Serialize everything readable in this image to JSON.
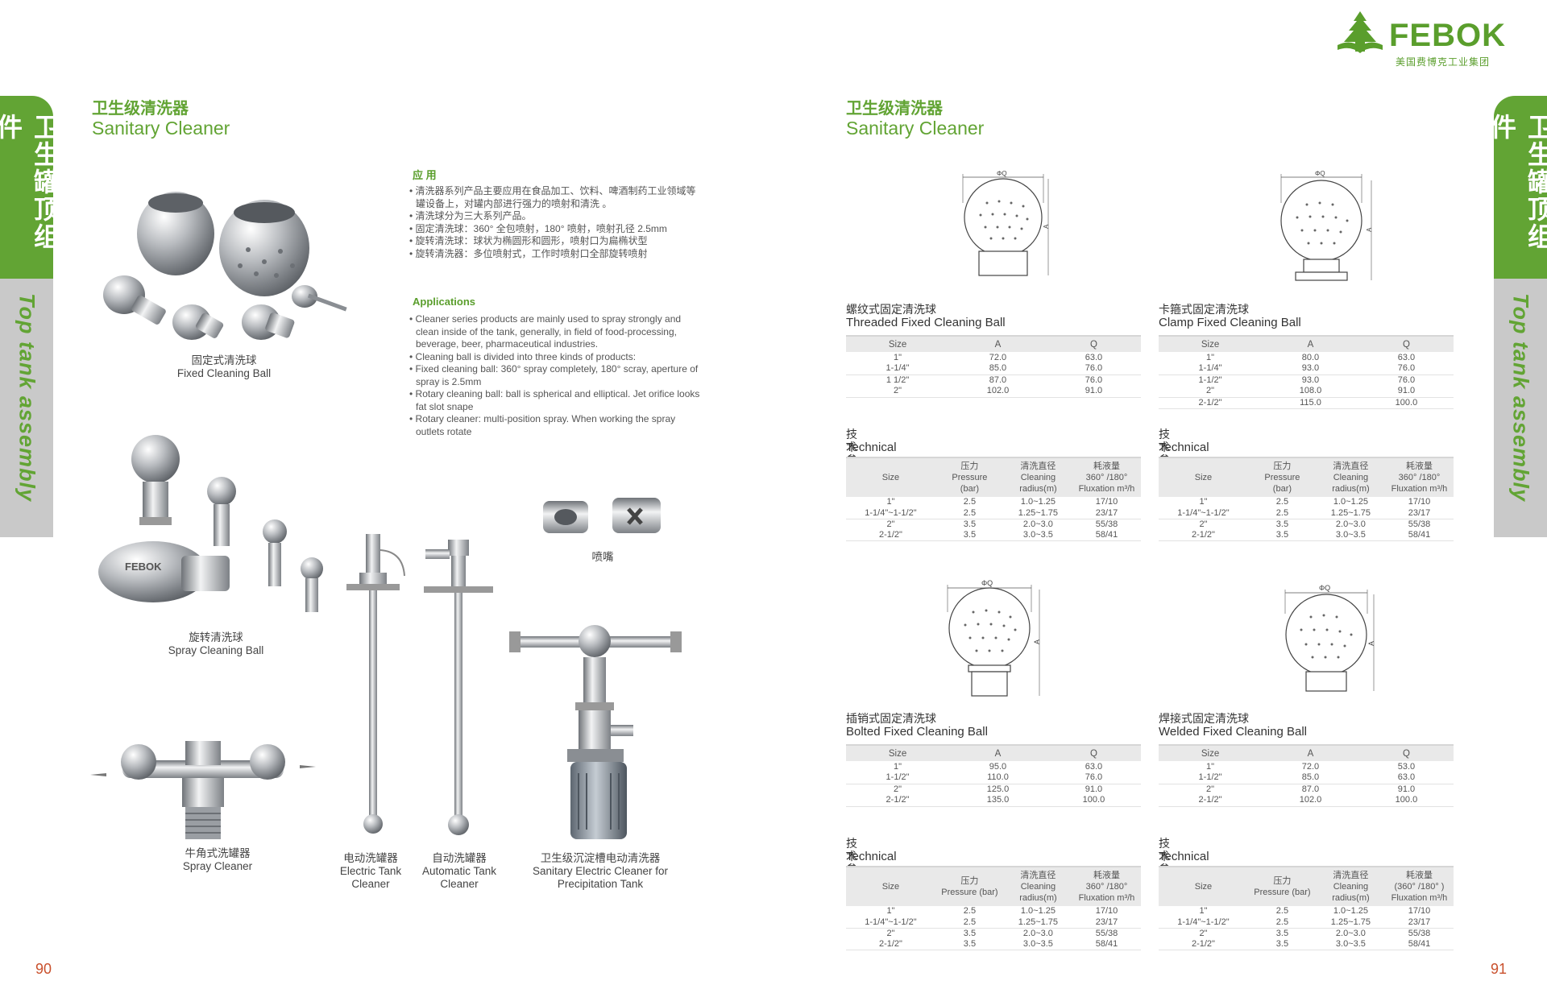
{
  "brand": {
    "name": "FEBOK",
    "subtitle": "美国费博克工业集团",
    "color": "#5a9e2c"
  },
  "side_tab": {
    "cn": "卫生罐顶组件",
    "en": "Top tank assembly"
  },
  "left": {
    "title_cn": "卫生级清洗器",
    "title_en": "Sanitary Cleaner",
    "page": "90",
    "app_cn_heading": "应 用",
    "app_cn_items": [
      "清洗器系列产品主要应用在食品加工、饮料、啤酒制药工业领域等罐设备上，对罐内部进行强力的喷射和清洗 。",
      "清洗球分为三大系列产品。",
      "固定清洗球：360° 全包喷射，180° 喷射，喷射孔径 2.5mm",
      "旋转清洗球：球状为椭圆形和圆形，喷射口为扁椭状型",
      "旋转清洗器：多位喷射式，工作时喷射口全部旋转喷射"
    ],
    "app_en_heading": "Applications",
    "app_en_items": [
      "Cleaner series products are mainly used to spray strongly and clean inside of the tank, generally, in field of food-processing, beverage, beer, pharmaceutical industries.",
      "Cleaning ball is divided into three kinds of products:",
      "Fixed cleaning ball: 360° spray completely, 180° scray, aperture of spray is 2.5mm",
      "Rotary cleaning ball: ball is spherical and elliptical. Jet orifice looks fat slot snape",
      "Rotary cleaner: multi-position spray. When working the spray outlets rotate"
    ],
    "captions": {
      "fixed": {
        "cn": "固定式清洗球",
        "en": "Fixed Cleaning Ball"
      },
      "spray_ball": {
        "cn": "旋转清洗球",
        "en": "Spray Cleaning Ball"
      },
      "nozzle": {
        "cn": "喷嘴"
      },
      "spray_cleaner": {
        "cn": "牛角式洗罐器",
        "en": "Spray Cleaner"
      },
      "electric": {
        "cn": "电动洗罐器",
        "en1": "Electric Tank",
        "en2": "Cleaner"
      },
      "automatic": {
        "cn": "自动洗罐器",
        "en1": "Automatic Tank",
        "en2": "Cleaner"
      },
      "precip": {
        "cn": "卫生级沉淀槽电动清洗器",
        "en1": "Sanitary Electric Cleaner for",
        "en2": "Precipitation Tank"
      }
    },
    "photo_brand": "FEBOK"
  },
  "right": {
    "title_cn": "卫生级清洗器",
    "title_en": "Sanitary Cleaner",
    "page": "91",
    "diagram_labels": {
      "dia": "ΦQ",
      "height": "A"
    },
    "products": [
      {
        "cn": "螺纹式固定清洗球",
        "en": "Threaded Fixed Cleaning Ball",
        "head": [
          "Size",
          "A",
          "Q"
        ],
        "groups": [
          [
            [
              "1\"",
              "72.0",
              "63.0"
            ],
            [
              "1-1/4\"",
              "85.0",
              "76.0"
            ]
          ],
          [
            [
              "1 1/2\"",
              "87.0",
              "76.0"
            ],
            [
              "2\"",
              "102.0",
              "91.0"
            ]
          ]
        ],
        "tech_cn": "技术参数",
        "tech_en": "Technical Data",
        "tech_head": {
          "size": "Size",
          "p_cn": "压力",
          "p1": "Pressure",
          "p2": "(bar)",
          "r_cn": "清洗直径",
          "r1": "Cleaning",
          "r2": "radius(m)",
          "f_cn": "耗液量",
          "f1": "360° /180°",
          "f2": "Fluxation m³/h"
        },
        "tech_groups": [
          [
            [
              "1\"",
              "2.5",
              "1.0~1.25",
              "17/10"
            ],
            [
              "1-1/4\"~1-1/2\"",
              "2.5",
              "1.25~1.75",
              "23/17"
            ]
          ],
          [
            [
              "2\"",
              "3.5",
              "2.0~3.0",
              "55/38"
            ],
            [
              "2-1/2\"",
              "3.5",
              "3.0~3.5",
              "58/41"
            ]
          ]
        ]
      },
      {
        "cn": "卡箍式固定清洗球",
        "en": "Clamp Fixed Cleaning Ball",
        "head": [
          "Size",
          "A",
          "Q"
        ],
        "groups": [
          [
            [
              "1\"",
              "80.0",
              "63.0"
            ],
            [
              "1-1/4\"",
              "93.0",
              "76.0"
            ]
          ],
          [
            [
              "1-1/2\"",
              "93.0",
              "76.0"
            ],
            [
              "2\"",
              "108.0",
              "91.0"
            ]
          ],
          [
            [
              "2-1/2\"",
              "115.0",
              "100.0"
            ]
          ]
        ],
        "tech_cn": "技术参数",
        "tech_en": "Technical Data",
        "tech_head": {
          "size": "Size",
          "p_cn": "压力",
          "p1": "Pressure",
          "p2": "(bar)",
          "r_cn": "清洗直径",
          "r1": "Cleaning",
          "r2": "radius(m)",
          "f_cn": "耗液量",
          "f1": "360° /180°",
          "f2": "Fluxation m³/h"
        },
        "tech_groups": [
          [
            [
              "1\"",
              "2.5",
              "1.0~1.25",
              "17/10"
            ],
            [
              "1-1/4\"~1-1/2\"",
              "2.5",
              "1.25~1.75",
              "23/17"
            ]
          ],
          [
            [
              "2\"",
              "3.5",
              "2.0~3.0",
              "55/38"
            ],
            [
              "2-1/2\"",
              "3.5",
              "3.0~3.5",
              "58/41"
            ]
          ]
        ]
      },
      {
        "cn": "插销式固定清洗球",
        "en": "Bolted Fixed Cleaning Ball",
        "head": [
          "Size",
          "A",
          "Q"
        ],
        "groups": [
          [
            [
              "1\"",
              "95.0",
              "63.0"
            ],
            [
              "1-1/2\"",
              "110.0",
              "76.0"
            ]
          ],
          [
            [
              "2\"",
              "125.0",
              "91.0"
            ],
            [
              "2-1/2\"",
              "135.0",
              "100.0"
            ]
          ]
        ],
        "tech_cn": "技术参数",
        "tech_en": "Technical Data",
        "tech_head": {
          "size": "Size",
          "p_cn": "压力",
          "p1": "Pressure (bar)",
          "p2": "",
          "r_cn": "清洗直径",
          "r1": "Cleaning",
          "r2": "radius(m)",
          "f_cn": "耗液量",
          "f1": "360° /180°",
          "f2": "Fluxation m³/h"
        },
        "tech_groups": [
          [
            [
              "1\"",
              "2.5",
              "1.0~1.25",
              "17/10"
            ],
            [
              "1-1/4\"~1-1/2\"",
              "2.5",
              "1.25~1.75",
              "23/17"
            ]
          ],
          [
            [
              "2\"",
              "3.5",
              "2.0~3.0",
              "55/38"
            ],
            [
              "2-1/2\"",
              "3.5",
              "3.0~3.5",
              "58/41"
            ]
          ]
        ]
      },
      {
        "cn": "焊接式固定清洗球",
        "en": "Welded Fixed Cleaning Ball",
        "head": [
          "Size",
          "A",
          "Q"
        ],
        "groups": [
          [
            [
              "1\"",
              "72.0",
              "53.0"
            ],
            [
              "1-1/2\"",
              "85.0",
              "63.0"
            ]
          ],
          [
            [
              "2\"",
              "87.0",
              "91.0"
            ],
            [
              "2-1/2\"",
              "102.0",
              "100.0"
            ]
          ]
        ],
        "tech_cn": "技术参数",
        "tech_en": "Technical Data",
        "tech_head": {
          "size": "Size",
          "p_cn": "压力",
          "p1": "Pressure (bar)",
          "p2": "",
          "r_cn": "清洗直径",
          "r1": "Cleaning",
          "r2": "radius(m)",
          "f_cn": "耗液量",
          "f1": "(360° /180° )",
          "f2": "Fluxation m³/h"
        },
        "tech_groups": [
          [
            [
              "1\"",
              "2.5",
              "1.0~1.25",
              "17/10"
            ],
            [
              "1-1/4\"~1-1/2\"",
              "2.5",
              "1.25~1.75",
              "23/17"
            ]
          ],
          [
            [
              "2\"",
              "3.5",
              "2.0~3.0",
              "55/38"
            ],
            [
              "2-1/2\"",
              "3.5",
              "3.0~3.5",
              "58/41"
            ]
          ]
        ]
      }
    ]
  }
}
